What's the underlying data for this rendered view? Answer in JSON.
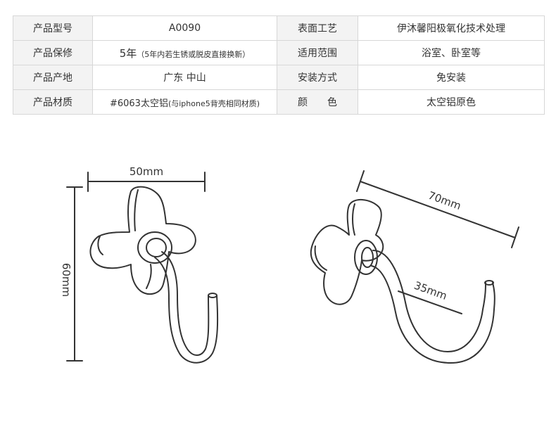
{
  "spec_table": {
    "rows": [
      {
        "k1": "产品型号",
        "v1_main": "A0090",
        "v1_note": "",
        "k2": "表面工艺",
        "v2": "伊沐馨阳极氧化技术处理"
      },
      {
        "k1": "产品保修",
        "v1_main": "5年",
        "v1_note": "（5年内若生锈或脱皮直接换新）",
        "k2": "适用范围",
        "v2": "浴室、卧室等"
      },
      {
        "k1": "产品产地",
        "v1_main": "广东 中山",
        "v1_note": "",
        "k2": "安装方式",
        "v2": "免安装"
      },
      {
        "k1": "产品材质",
        "v1_main": "#6063太空铝",
        "v1_note": "(与iphone5背壳相同材质)",
        "k2": "颜　　色",
        "v2": "太空铝原色"
      }
    ]
  },
  "dimensions": {
    "width_label": "50mm",
    "height_label": "60mm",
    "length_label": "70mm",
    "inner_label": "35mm"
  }
}
